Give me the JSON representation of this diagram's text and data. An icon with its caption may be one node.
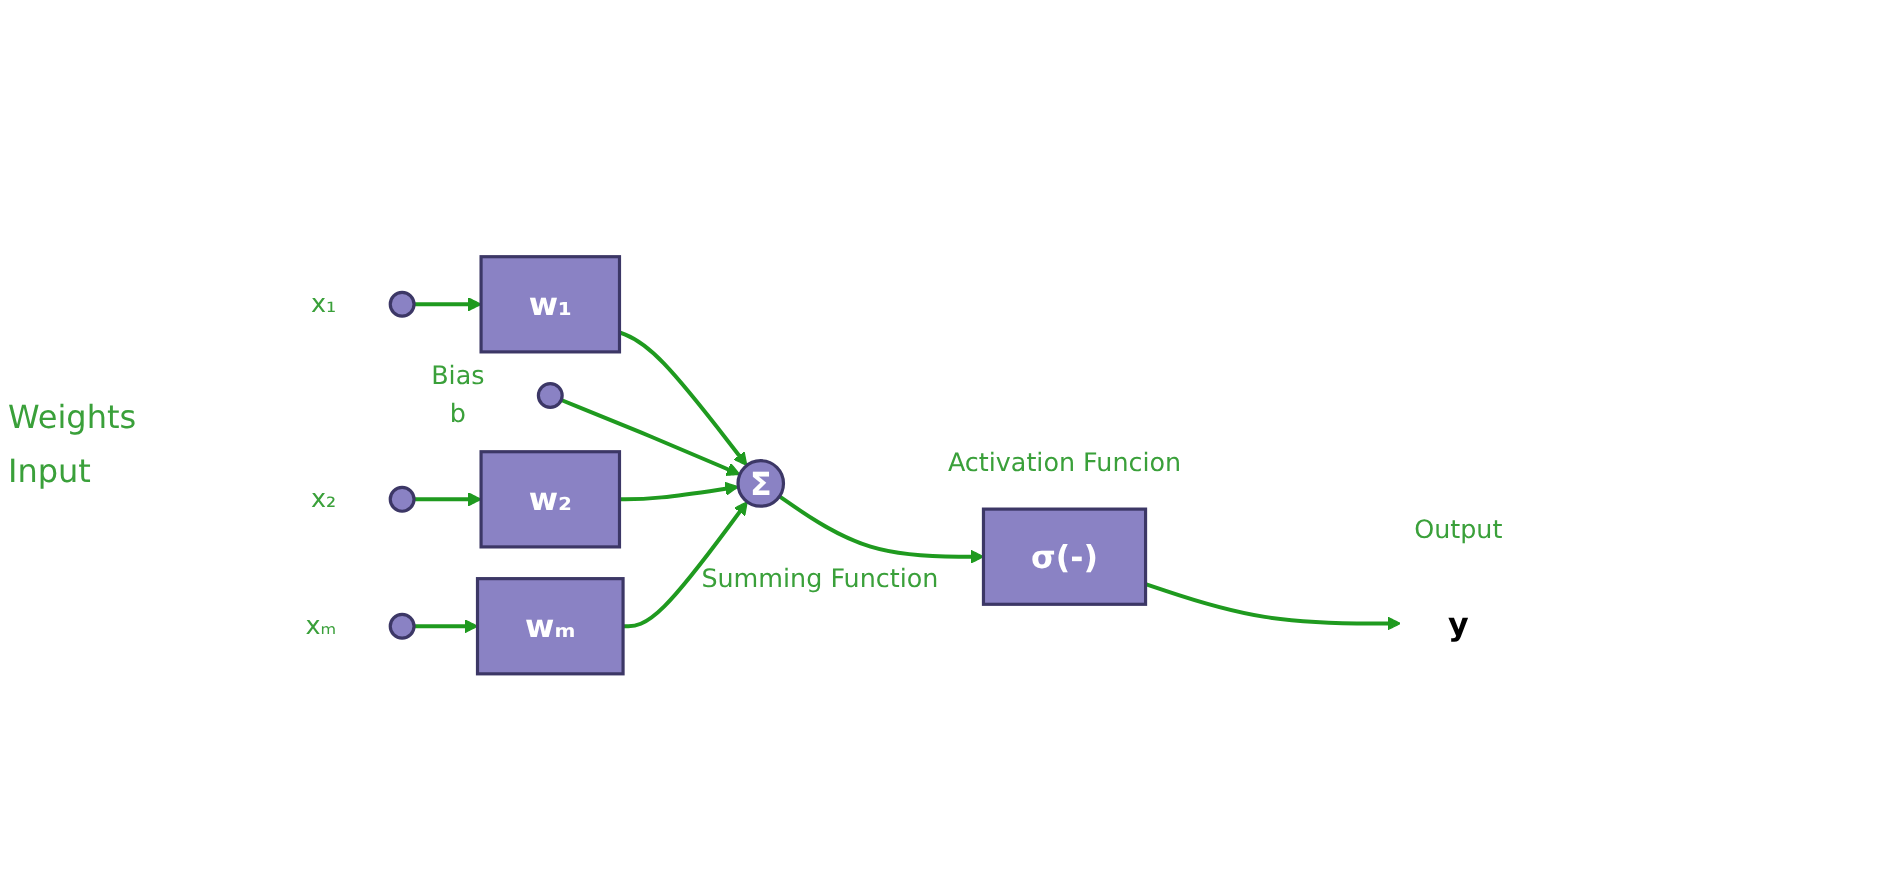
{
  "diagram": {
    "nodes": [
      {
        "text": [],
        "shape": "circle",
        "beside": [
          "x₁"
        ]
      },
      {
        "text": [
          "w₁"
        ]
      },
      {
        "text": [],
        "shape": "circle",
        "beside": [
          "Bias",
          "b"
        ]
      },
      {
        "text": [],
        "shape": "circle",
        "beside": [
          "x₂"
        ]
      },
      {
        "text": [
          "w₂"
        ]
      },
      {
        "text": [
          "Σ"
        ],
        "beside": [
          "Summing Function"
        ]
      },
      {
        "text": [
          "σ(-)"
        ],
        "beside": [
          "Activation Funcion"
        ]
      },
      {
        "text": [
          "y"
        ],
        "beside": [
          "Output"
        ]
      },
      {
        "text": [],
        "shape": "circle",
        "beside": [
          "xₘ"
        ]
      },
      {
        "text": [
          "wₘ"
        ]
      }
    ],
    "edges": [
      {
        "from": 0,
        "to": 1,
        "arrow": "to"
      },
      {
        "from": 1,
        "to": 5,
        "arrow": "to"
      },
      {
        "from": 2,
        "to": 5,
        "arrow": "to"
      },
      {
        "from": 3,
        "to": 4,
        "arrow": "to"
      },
      {
        "from": 4,
        "to": 5,
        "arrow": "to"
      },
      {
        "from": 5,
        "to": 6,
        "arrow": "to"
      },
      {
        "from": 6,
        "to": 7,
        "arrow": "to"
      },
      {
        "from": 8,
        "to": 9,
        "arrow": "to"
      },
      {
        "from": 9,
        "to": 5,
        "arrow": "to"
      }
    ],
    "labels": [
      "Weights",
      "Input"
    ]
  }
}
